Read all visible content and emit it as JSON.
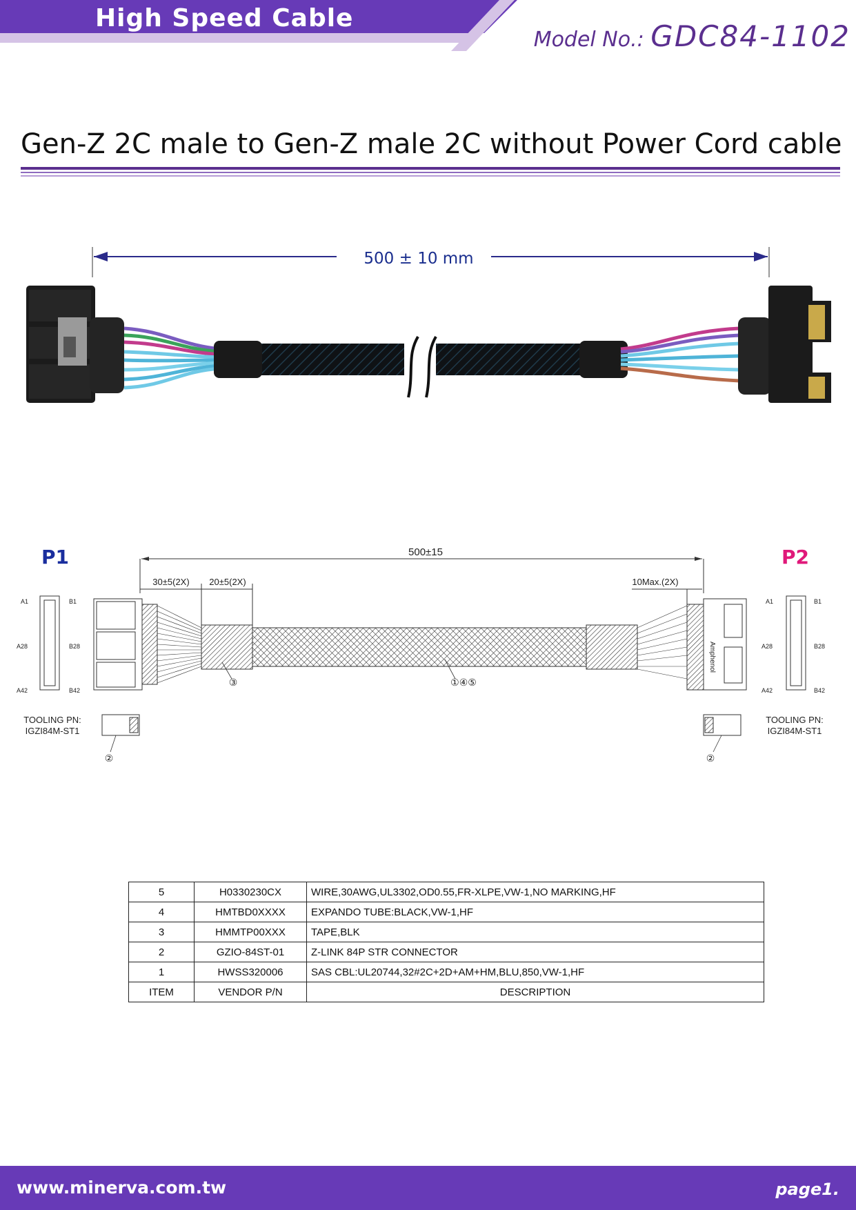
{
  "header": {
    "title": "High Speed Cable",
    "model_label": "Model No.:",
    "model_number": "GDC84-1102",
    "band_color": "#673ab7",
    "accent_light": "#d5c3e6"
  },
  "page_title": "Gen-Z 2C male to Gen-Z male 2C without Power Cord cable",
  "photo": {
    "dimension_label": "500 ± 10 mm"
  },
  "drawing": {
    "p1_label": "P1",
    "p2_label": "P2",
    "p1_color": "#1a2e9e",
    "p2_color": "#e0197a",
    "overall_dim": "500±15",
    "dim_left_1": "30±5(2X)",
    "dim_left_2": "20±5(2X)",
    "dim_right": "10Max.(2X)",
    "pin_a1": "A1",
    "pin_b1": "B1",
    "pin_a28": "A28",
    "pin_b28": "B28",
    "pin_a42": "A42",
    "pin_b42": "B42",
    "tooling_label": "TOOLING PN:",
    "tooling_pn": "IGZI84M-ST1",
    "callout_tape": "③",
    "callout_cable": "①④⑤",
    "callout_connector": "②",
    "brand_mark": "Amphenol"
  },
  "bom": {
    "rows": [
      {
        "item": "5",
        "vendor_pn": "H0330230CX",
        "description": "WIRE,30AWG,UL3302,OD0.55,FR-XLPE,VW-1,NO  MARKING,HF"
      },
      {
        "item": "4",
        "vendor_pn": "HMTBD0XXXX",
        "description": "EXPANDO  TUBE:BLACK,VW-1,HF"
      },
      {
        "item": "3",
        "vendor_pn": "HMMTP00XXX",
        "description": "TAPE,BLK"
      },
      {
        "item": "2",
        "vendor_pn": "GZIO-84ST-01",
        "description": "Z-LINK  84P  STR  CONNECTOR"
      },
      {
        "item": "1",
        "vendor_pn": "HWSS320006",
        "description": "SAS  CBL:UL20744,32#2C+2D+AM+HM,BLU,850,VW-1,HF"
      }
    ],
    "header": {
      "item": "ITEM",
      "vendor_pn": "VENDOR  P/N",
      "description": "DESCRIPTION"
    }
  },
  "footer": {
    "url": "www.minerva.com.tw",
    "page": "page1."
  }
}
